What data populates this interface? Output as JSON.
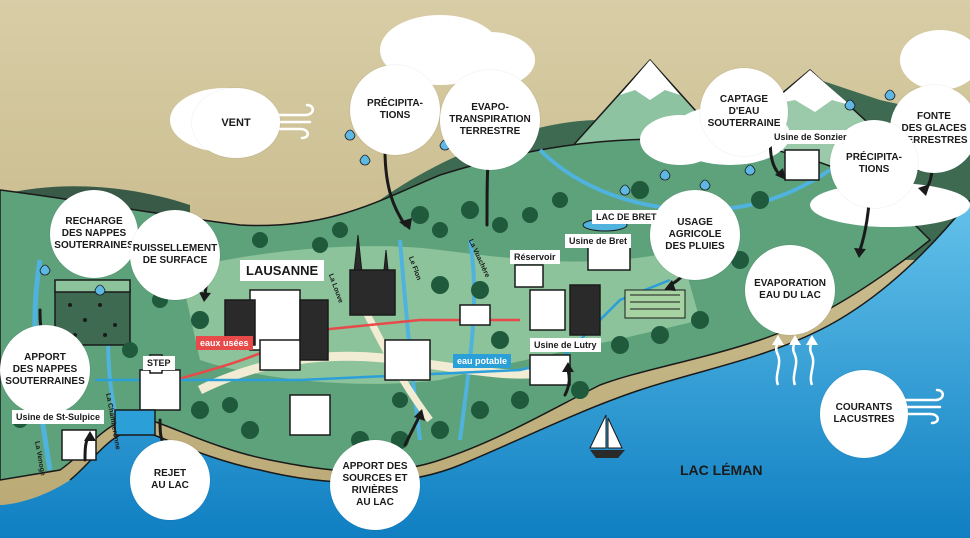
{
  "bubbles": {
    "vent": "VENT",
    "precipitations_left": "PRÉCIPITA-\nTIONS",
    "evapotranspiration": "EVAPO-\nTRANSPIRATION\nTERRESTRE",
    "captage": "CAPTAGE D'EAU\nSOUTERRAINE",
    "fonte": "FONTE\nDES GLACES\nTERRESTRES",
    "precipitations_right": "PRÉCIPITA-\nTIONS",
    "recharge": "RECHARGE\nDES NAPPES\nSOUTERRAINES",
    "ruissellement": "RUISSELLEMENT\nDE SURFACE",
    "usage_agricole": "USAGE\nAGRICOLE\nDES PLUIES",
    "evaporation": "EVAPORATION\nEAU DU LAC",
    "apport_nappes": "APPORT\nDES NAPPES\nSOUTERRAINES",
    "rejet": "REJET\nAU LAC",
    "apport_sources": "APPORT DES\nSOURCES ET\nRIVIÈRES\nAU LAC",
    "courants": "COURANTS\nLACUSTRES"
  },
  "places": {
    "lausanne": "LAUSANNE",
    "lac_leman": "LAC LÉMAN",
    "lac_de_bret": "LAC DE BRET",
    "usine_bret": "Usine de Bret",
    "usine_sonzier": "Usine de Sonzier",
    "reservoir": "Réservoir",
    "usine_lutry": "Usine de Lutry",
    "usine_st_sulpice": "Usine de St-Sulpice",
    "step": "STEP",
    "eaux_usees": "eaux usées",
    "eau_potable": "eau potable"
  },
  "rivers": {
    "louve": "La Louve",
    "flon": "Le Flon",
    "vuachere": "La Vuachère",
    "chamberonne": "La Chamberonne",
    "venoge": "La Venoge"
  },
  "colors": {
    "sky": "#c9b98a",
    "lake": "#1e9ad6",
    "lake_light": "#6cc6ec",
    "land": "#5ea27c",
    "land_light": "#8cc39a",
    "mountain": "#8ec3a2",
    "river": "#4fb3de",
    "tree": "#1f5a3c",
    "building": "#2a2a2a",
    "wastewater": "#e84a4a",
    "drinking_water": "#2b9fd8"
  }
}
